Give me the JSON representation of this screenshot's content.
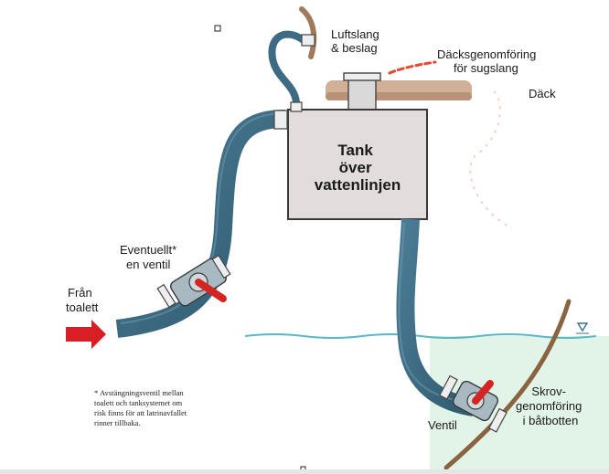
{
  "diagram": {
    "labels": {
      "air_hose": [
        "Luftslang",
        "& beslag"
      ],
      "deck_fitting": [
        "Däcksgenomföring",
        "för sugslang"
      ],
      "deck": "Däck",
      "tank": [
        "Tank",
        "över",
        "vattenlinjen"
      ],
      "optional_valve": [
        "Eventuellt*",
        "en ventil"
      ],
      "from_toilet": [
        "Från",
        "toalett"
      ],
      "valve": "Ventil",
      "hull_fitting": [
        "Skrov-",
        "genomföring",
        "i båtbotten"
      ]
    },
    "footnote": [
      "* Avstängningsventil mellan",
      "toalett och tanksystemet om",
      "risk finns för att latrinavfallet",
      "rinner tillbaka."
    ],
    "colors": {
      "hose": "#3d6b84",
      "hose_highlight": "#6d98ad",
      "tank_fill": "#e3dcdc",
      "tank_stroke": "#3a3a3a",
      "deck": "#c9a88a",
      "hull": "#8a6440",
      "water_line": "#5ab8c6",
      "water_fill": "#dff2e6",
      "valve_handle": "#d42424",
      "arrow": "#d81f26",
      "air_hose": "#a07a5a"
    }
  }
}
